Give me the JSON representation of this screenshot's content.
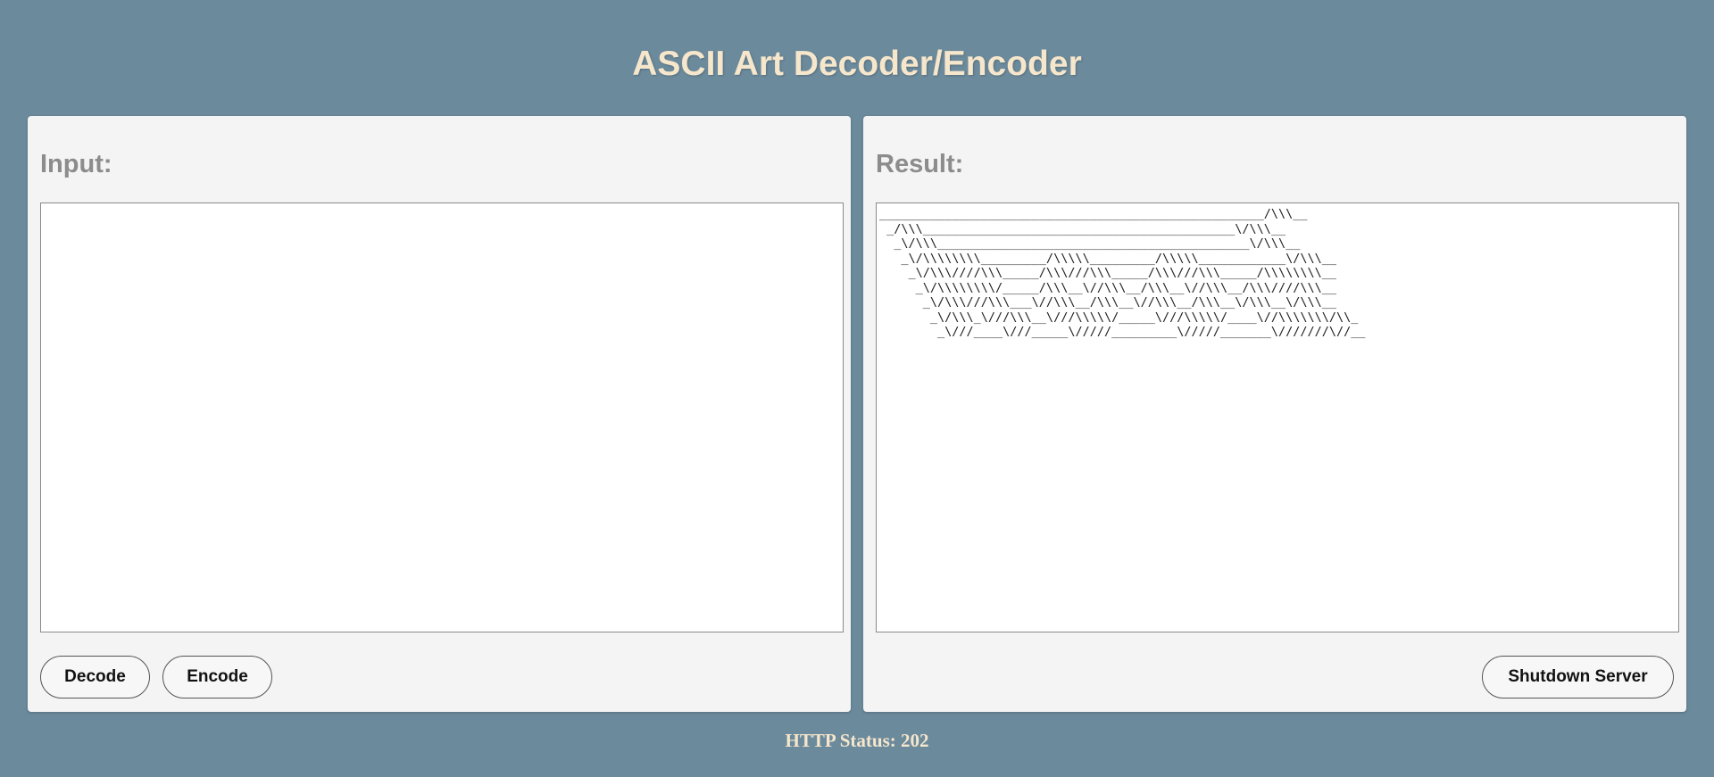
{
  "page": {
    "title": "ASCII Art Decoder/Encoder"
  },
  "input_panel": {
    "label": "Input:",
    "value": "",
    "decode_label": "Decode",
    "encode_label": "Encode"
  },
  "result_panel": {
    "label": "Result:",
    "ascii_art": "_____________________________________________________/\\\\\\__\n _/\\\\\\___________________________________________\\/\\\\\\__\n  _\\/\\\\\\___________________________________________\\/\\\\\\__\n   _\\/\\\\\\\\\\\\\\\\_________/\\\\\\\\\\_________/\\\\\\\\\\____________\\/\\\\\\__\n    _\\/\\\\\\////\\\\\\_____/\\\\\\///\\\\\\_____/\\\\\\///\\\\\\_____/\\\\\\\\\\\\\\\\__\n     _\\/\\\\\\\\\\\\\\\\/_____/\\\\\\__\\//\\\\\\__/\\\\\\__\\//\\\\\\__/\\\\\\////\\\\\\__\n      _\\/\\\\\\///\\\\\\___\\//\\\\\\__/\\\\\\__\\//\\\\\\__/\\\\\\__\\/\\\\\\__\\/\\\\\\__\n       _\\/\\\\\\_\\///\\\\\\__\\///\\\\\\\\\\/_____\\///\\\\\\\\\\/____\\//\\\\\\\\\\\\\\/\\\\_\n        _\\///____\\///_____\\/////_________\\/////_______\\///////\\//__",
    "shutdown_label": "Shutdown Server"
  },
  "status": {
    "text": "HTTP Status: 202"
  },
  "colors": {
    "background": "#6b8a9c",
    "title": "#f5e6cc",
    "panel": "#f4f4f4",
    "label": "#8c8c8c"
  }
}
